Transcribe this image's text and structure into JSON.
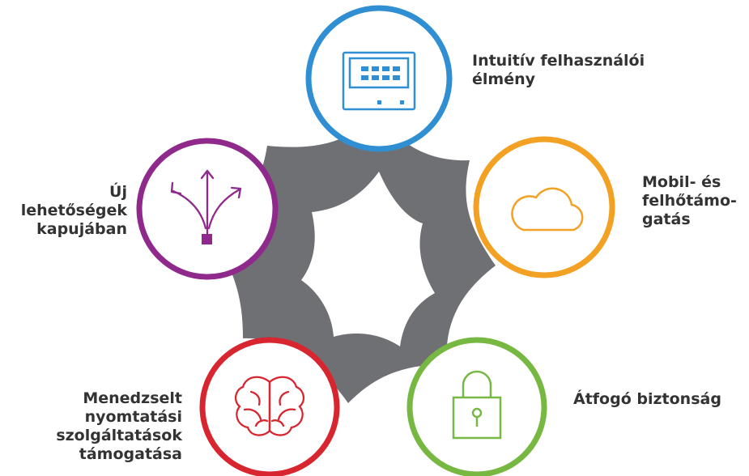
{
  "colors": {
    "star": "#6f7073",
    "blue": "#2f8fd2",
    "orange": "#f2a123",
    "green": "#77b843",
    "red": "#d7262f",
    "purple": "#8f2a8c",
    "text": "#333333"
  },
  "nodes": [
    {
      "id": "intuitive",
      "icon": "touchscreen-panel-icon",
      "color_key": "blue",
      "label_lines": [
        "Intuitív felhasználói",
        "élmény"
      ]
    },
    {
      "id": "mobile-cloud",
      "icon": "cloud-icon",
      "color_key": "orange",
      "label_lines": [
        "Mobil- és",
        "felhőtámo-",
        "gatás"
      ]
    },
    {
      "id": "security",
      "icon": "padlock-icon",
      "color_key": "green",
      "label_lines": [
        "Átfogó biztonság"
      ]
    },
    {
      "id": "managed-print",
      "icon": "brain-icon",
      "color_key": "red",
      "label_lines": [
        "Menedzselt",
        "nyomtatási",
        "szolgáltatások",
        "támogatása"
      ]
    },
    {
      "id": "new-opportunities",
      "icon": "branching-arrows-icon",
      "color_key": "purple",
      "label_lines": [
        "Új",
        "lehetőségek",
        "kapujában"
      ]
    }
  ]
}
